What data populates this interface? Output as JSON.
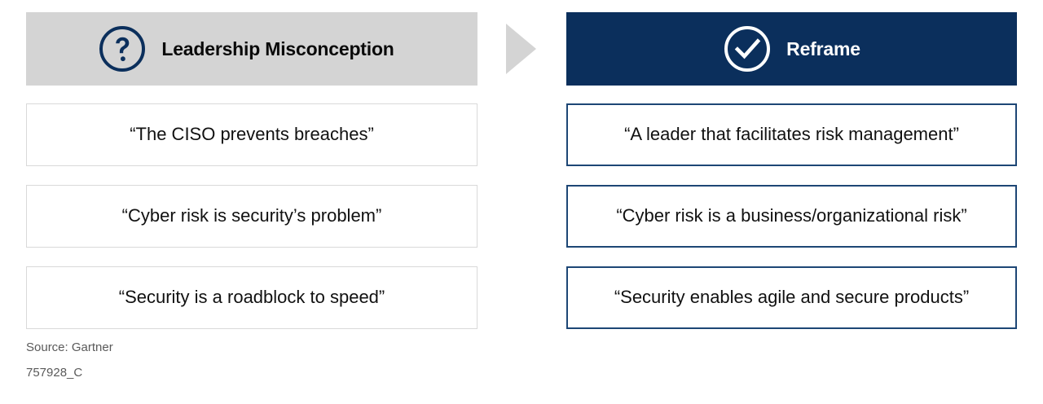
{
  "colors": {
    "navy": "#0b2f5c",
    "box_border_navy": "#1d4675",
    "gray_header": "#d4d4d4",
    "gray_border": "#d9d9d9",
    "footer_text": "#5a5a5a",
    "body_text": "#111111"
  },
  "left_column": {
    "header": {
      "title": "Leadership Misconception",
      "icon": "question-mark-circle-icon"
    },
    "items": [
      {
        "text": "“The CISO prevents breaches”"
      },
      {
        "text": "“Cyber risk is security’s problem”"
      },
      {
        "text": "“Security is a roadblock to speed”"
      }
    ]
  },
  "connector": {
    "icon": "right-arrow-triangle-icon"
  },
  "right_column": {
    "header": {
      "title": "Reframe",
      "icon": "check-circle-icon"
    },
    "items": [
      {
        "text": "“A leader that facilitates risk management”"
      },
      {
        "text": "“Cyber risk is a business/organizational risk”"
      },
      {
        "text": "“Security enables agile and secure products”"
      }
    ]
  },
  "footer": {
    "source": "Source: Gartner",
    "asset_id": "757928_C"
  }
}
